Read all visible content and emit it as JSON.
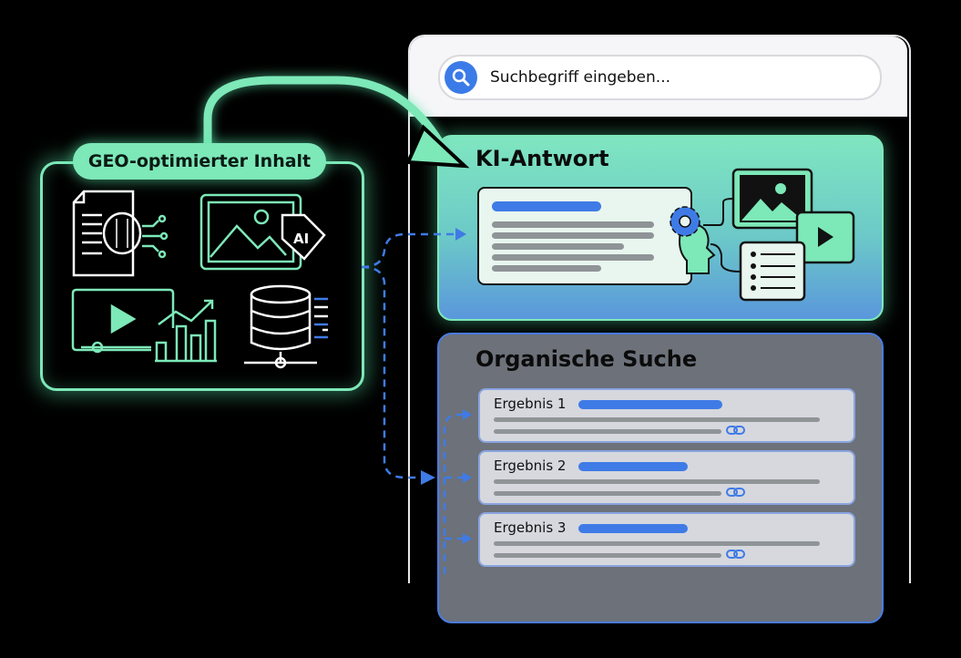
{
  "geo_panel": {
    "label": "GEO-optimierter Inhalt",
    "icons": [
      "document-brain-icon",
      "image-ai-tag-icon",
      "video-chart-icon",
      "database-icon"
    ],
    "ai_tag": "AI"
  },
  "browser": {
    "search": {
      "placeholder": "Suchbegriff eingeben..."
    }
  },
  "ki_answer": {
    "title": "KI-Antwort"
  },
  "organic": {
    "title": "Organische Suche",
    "results": [
      {
        "label": "Ergebnis 1"
      },
      {
        "label": "Ergebnis 2"
      },
      {
        "label": "Ergebnis 3"
      }
    ]
  },
  "colors": {
    "mint": "#7de8b8",
    "blue": "#3f7be6",
    "gray_panel": "#6c717a",
    "background": "#000000"
  }
}
